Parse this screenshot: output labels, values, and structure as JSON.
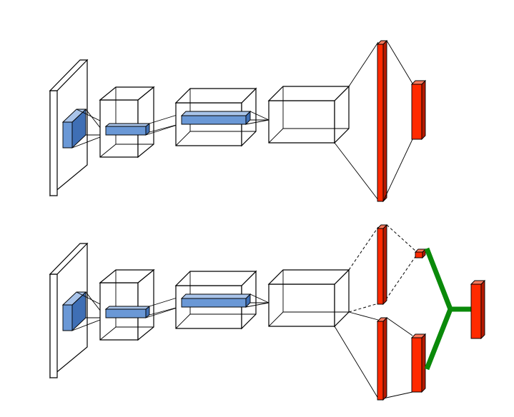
{
  "colors": {
    "background": "#ffffff",
    "outline": "#000000",
    "kernel_front": "#6a98d6",
    "kernel_side": "#3f6fb5",
    "kernel_top": "#a9c4ea",
    "fc_front": "#ff2a00",
    "fc_side": "#b51a00",
    "fc_top": "#ff7a5c",
    "merge_path": "#0a8a0a"
  },
  "networks": [
    {
      "id": "top",
      "layers": [
        "input-plane",
        "conv-volume-1",
        "conv-volume-2",
        "conv-volume-3",
        "fc-layer",
        "output-layer"
      ],
      "branches": 1
    },
    {
      "id": "bottom",
      "layers": [
        "input-plane",
        "conv-volume-1",
        "conv-volume-2",
        "conv-volume-3",
        "fc-layer-a",
        "small-output",
        "fc-layer-b",
        "output-layer-b",
        "merged-output"
      ],
      "branches": 2,
      "merge": true
    }
  ]
}
